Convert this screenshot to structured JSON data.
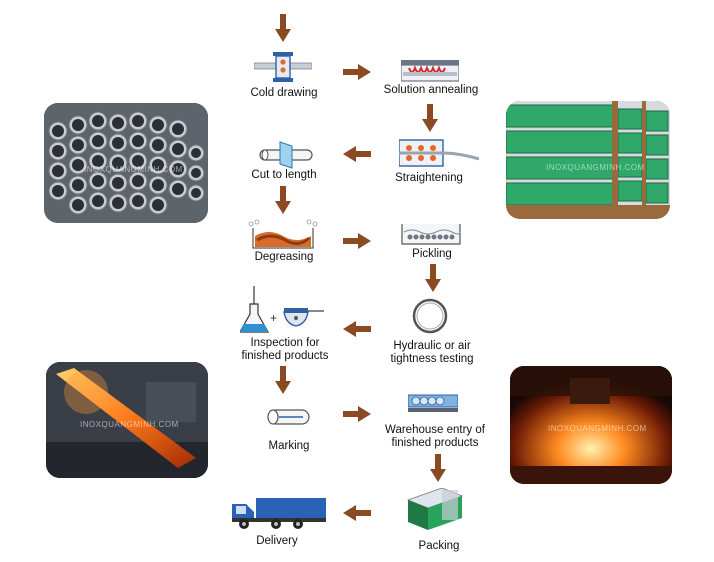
{
  "steps": {
    "cold_drawing": "Cold drawing",
    "solution_annealing": "Solution annealing",
    "cut_to_length": "Cut to length",
    "straightening": "Straightening",
    "degreasing": "Degreasing",
    "pickling": "Pickling",
    "inspection_line1": "Inspection for",
    "inspection_line2": "finished products",
    "hydraulic_line1": "Hydraulic or air",
    "hydraulic_line2": "tightness testing",
    "marking": "Marking",
    "warehouse_line1": "Warehouse entry of",
    "warehouse_line2": "finished products",
    "delivery": "Delivery",
    "packing": "Packing"
  },
  "watermark": "INOXQUANGMINH.COM",
  "colors": {
    "arrow": "#8b4a22",
    "pipe_blue": "#2f5fa7",
    "heater_red": "#d12a2a",
    "truck_blue": "#2a62b5"
  }
}
